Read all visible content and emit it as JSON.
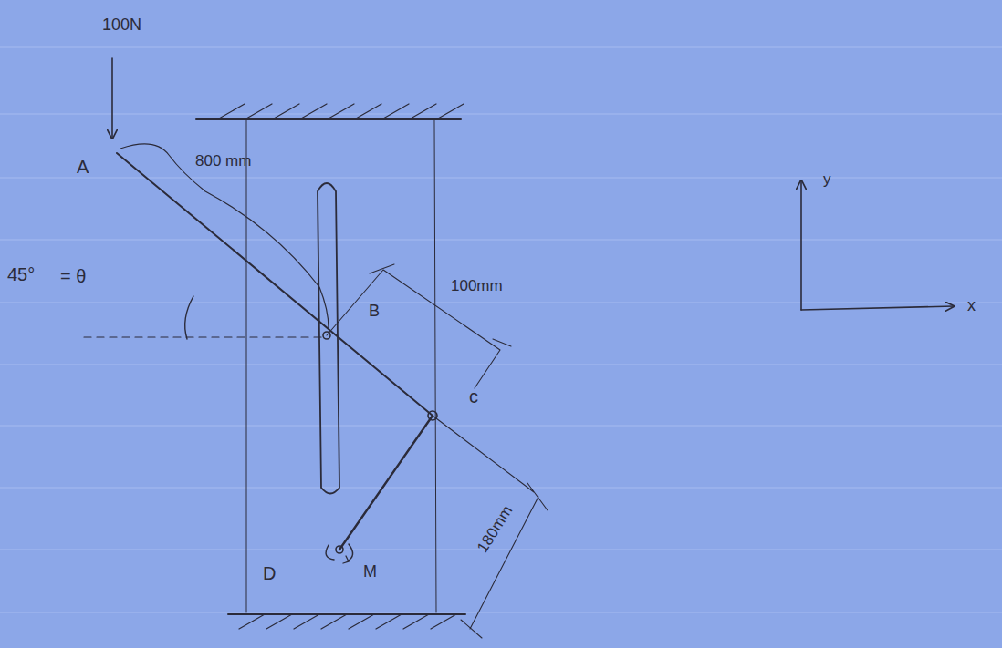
{
  "diagram": {
    "labels": [
      "100N",
      "A",
      "800 mm",
      "45°",
      "= θ",
      "B",
      "100mm",
      "c",
      "D",
      "M",
      "180mm",
      "y",
      "x"
    ]
  }
}
